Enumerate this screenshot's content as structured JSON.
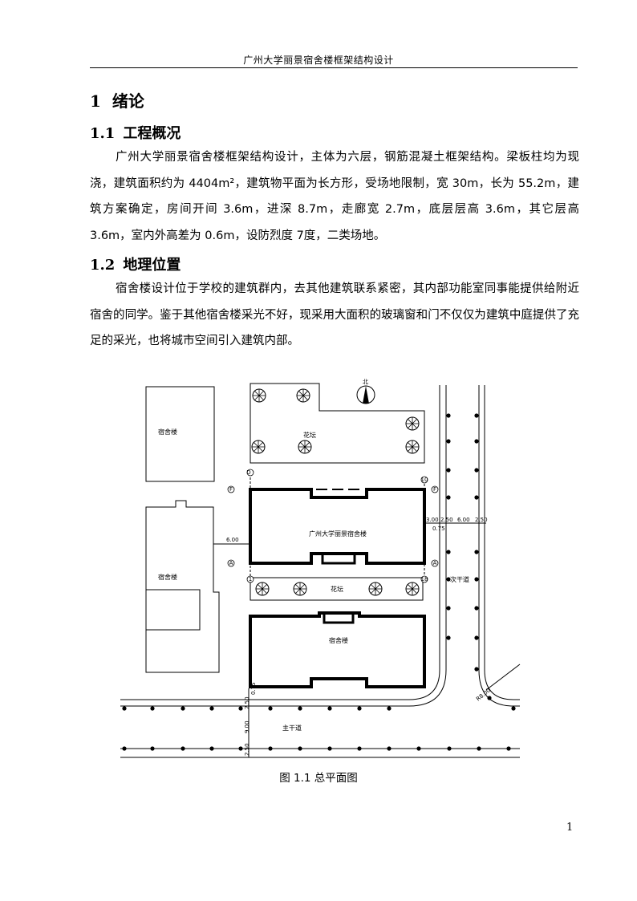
{
  "header": {
    "title": "广州大学丽景宿舍楼框架结构设计"
  },
  "chapter": {
    "number": "1",
    "title": "绪论"
  },
  "section1": {
    "number": "1.1",
    "title": "工程概况",
    "paragraph": "广州大学丽景宿舍楼框架结构设计，主体为六层，钢筋混凝土框架结构。梁板柱均为现浇，建筑面积约为 4404m²，建筑物平面为长方形，受场地限制，宽 30m，长为 55.2m，建筑方案确定，房间开间 3.6m，进深 8.7m，走廊宽 2.7m，底层层高 3.6m，其它层高 3.6m，室内外高差为 0.6m，设防烈度 7度，二类场地。"
  },
  "section2": {
    "number": "1.2",
    "title": "地理位置",
    "paragraph": "宿舍楼设计位于学校的建筑群内，去其他建筑联系紧密，其内部功能室同事能提供给附近宿舍的同学。鉴于其他宿舍楼采光不好，现采用大面积的玻璃窗和门不仅仅为建筑中庭提供了充足的采光，也将城市空间引入建筑内部。"
  },
  "figure": {
    "caption": "图 1.1 总平面图",
    "labels": {
      "dorm_left_top": "宿舍楼",
      "dorm_left_bottom": "宿舍楼",
      "flower_bed_top": "花坛",
      "flower_bed_middle": "花坛",
      "main_building": "广州大学丽景宿舍楼",
      "dorm_lower": "宿舍楼",
      "secondary_road": "次干道",
      "main_road": "主干道",
      "north": "北",
      "axis_top_d": "D",
      "axis_f_left": "F",
      "axis_f_right": "F",
      "axis_a_left": "A",
      "axis_a_right": "A",
      "axis_10_right": "10",
      "axis_1_bottom": "1",
      "axis_18_bottom": "18",
      "dim_west": "6.00",
      "dim_east_1": "3.00",
      "dim_east_2": "2.50",
      "dim_east_3": "6.00",
      "dim_east_4": "2.50",
      "dim_east_5": "0.75",
      "dim_south_1": "2.50",
      "dim_south_2": "9.00",
      "dim_south_3": "2.50",
      "dim_south_4": "0.75",
      "dim_corner": "R8.00"
    }
  },
  "page_number": "1"
}
